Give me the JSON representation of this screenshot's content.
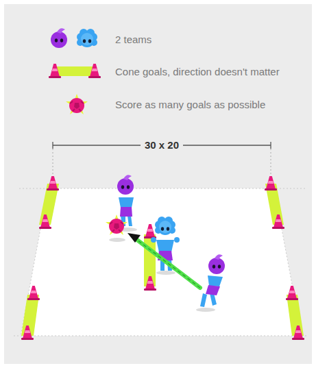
{
  "diagram": {
    "labels": [
      "30 x 20"
    ],
    "legend": [
      {
        "text": "2 teams"
      },
      {
        "text": "Cone goals, direction doesn't matter"
      },
      {
        "text": "Score as many goals as possible"
      }
    ]
  }
}
